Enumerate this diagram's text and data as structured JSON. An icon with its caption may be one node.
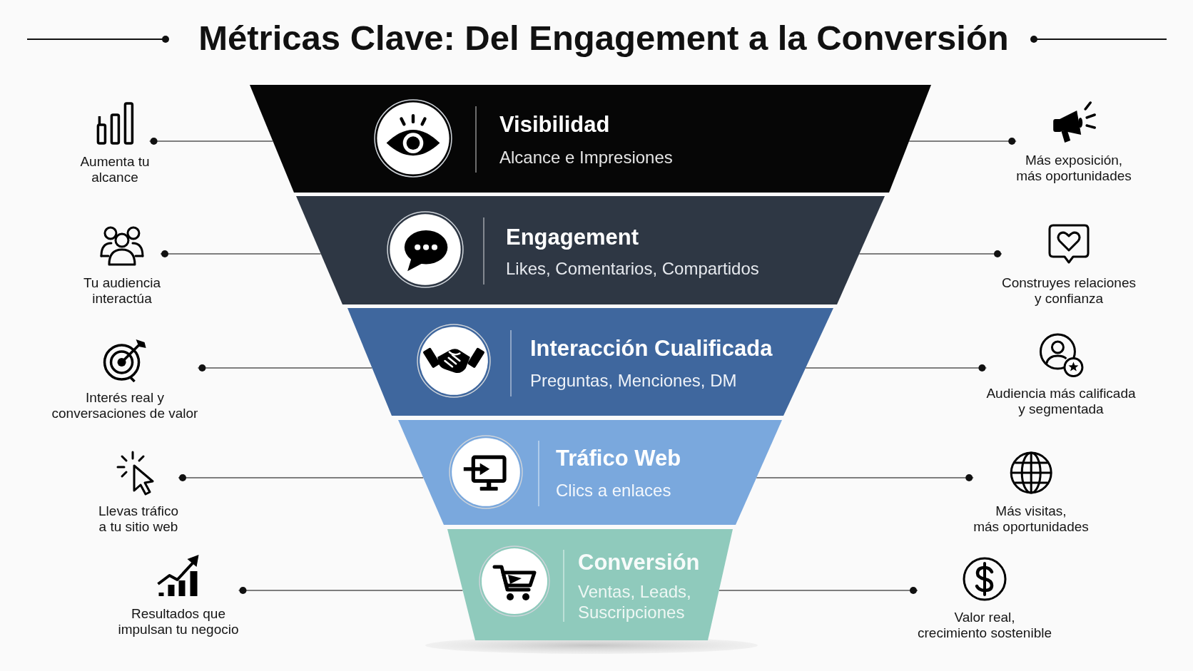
{
  "diagram": {
    "title": "Métricas Clave: Del Engagement a la Conversión",
    "nodes": [
      {
        "text": [
          "Aumenta tu alcance"
        ]
      },
      {
        "text": [
          "Visibilidad",
          "Alcance e Impresiones"
        ]
      },
      {
        "text": [
          "Más exposición, más oportunidades"
        ]
      },
      {
        "text": [
          "Tu audiencia interactúa"
        ]
      },
      {
        "text": [
          "Engagement",
          "Likes, Comentarios, Compartidos"
        ]
      },
      {
        "text": [
          "Construyes relaciones y confianza"
        ]
      },
      {
        "text": [
          "Interés real y conversaciones de valor"
        ]
      },
      {
        "text": [
          "Interacción Cualificada",
          "Preguntas, Menciones, DM"
        ]
      },
      {
        "text": [
          "Audiencia más calificada y segmentada"
        ]
      },
      {
        "text": [
          "Llevas tráfico a tu sitio web"
        ]
      },
      {
        "text": [
          "Tráfico Web",
          "Clics a enlaces"
        ]
      },
      {
        "text": [
          "Más visitas, más oportunidades"
        ]
      },
      {
        "text": [
          "Resultados que impulsan tu negocio"
        ]
      },
      {
        "text": [
          "Conversión",
          "Ventas, Leads, Suscripciones"
        ]
      },
      {
        "text": [
          "Valor real, crecimiento sostenible"
        ]
      }
    ],
    "edges": [
      {
        "from": 0,
        "to": 1,
        "arrow": "other"
      },
      {
        "from": 2,
        "to": 1,
        "arrow": "other"
      },
      {
        "from": 3,
        "to": 4,
        "arrow": "other"
      },
      {
        "from": 5,
        "to": 4,
        "arrow": "other"
      },
      {
        "from": 6,
        "to": 7,
        "arrow": "other"
      },
      {
        "from": 8,
        "to": 7,
        "arrow": "other"
      },
      {
        "from": 9,
        "to": 10,
        "arrow": "other"
      },
      {
        "from": 11,
        "to": 10,
        "arrow": "other"
      },
      {
        "from": 12,
        "to": 13,
        "arrow": "other"
      },
      {
        "from": 14,
        "to": 13,
        "arrow": "other"
      }
    ]
  }
}
